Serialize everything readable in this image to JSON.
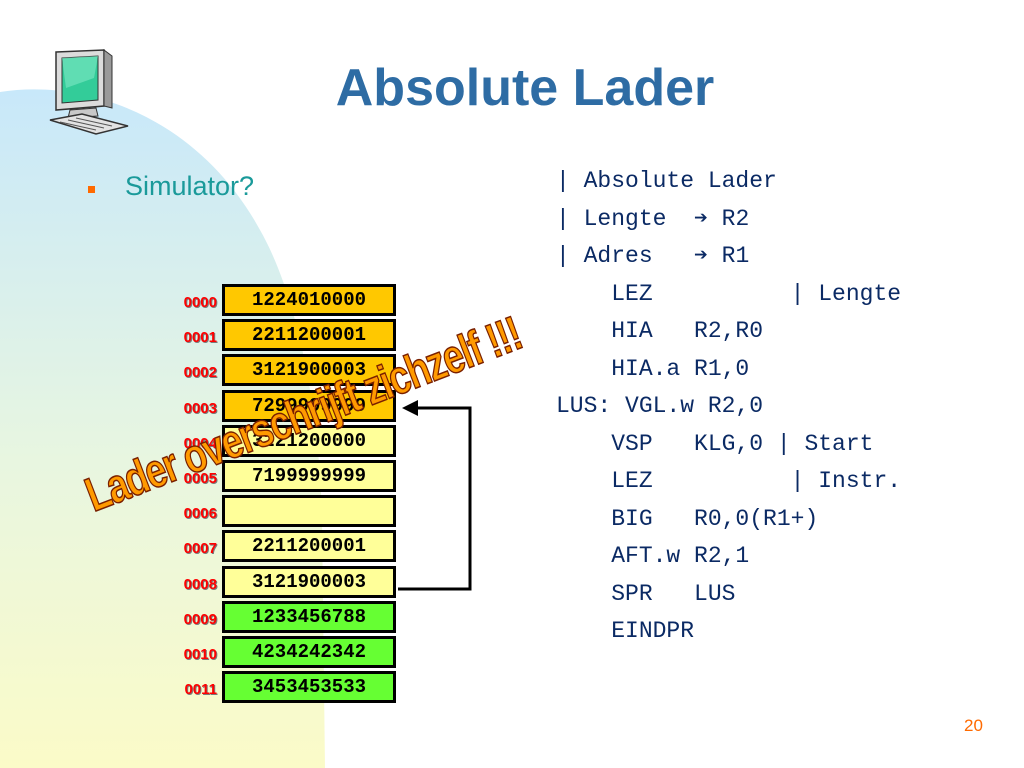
{
  "slide": {
    "title": "Absolute Lader",
    "bullet": "Simulator?",
    "page_number": "20",
    "overlay_text": "Lader overschrijft zichzelf !!!",
    "colors": {
      "title": "#2e6ca4",
      "bullet_text": "#1a9a9a",
      "bullet_mark": "#ff6a00",
      "address_label": "#ff0000",
      "cell_orange": "#ffc800",
      "cell_yellow": "#ffff99",
      "cell_green": "#66ff33",
      "code": "#0b2a64",
      "overlay": "#ff9a00"
    }
  },
  "memory": [
    {
      "address": "0000",
      "value": "1224010000",
      "color": "#ffc800"
    },
    {
      "address": "0001",
      "value": "2211200001",
      "color": "#ffc800"
    },
    {
      "address": "0002",
      "value": "3121900003",
      "color": "#ffc800"
    },
    {
      "address": "0003",
      "value": "7299999999",
      "color": "#ffc800"
    },
    {
      "address": "0004",
      "value": "3221200000",
      "color": "#ffff99"
    },
    {
      "address": "0005",
      "value": "7199999999",
      "color": "#ffff99"
    },
    {
      "address": "0006",
      "value": "",
      "color": "#ffff99"
    },
    {
      "address": "0007",
      "value": "2211200001",
      "color": "#ffff99"
    },
    {
      "address": "0008",
      "value": "3121900003",
      "color": "#ffff99"
    },
    {
      "address": "0009",
      "value": "1233456788",
      "color": "#66ff33"
    },
    {
      "address": "0010",
      "value": "4234242342",
      "color": "#66ff33"
    },
    {
      "address": "0011",
      "value": "3453453533",
      "color": "#66ff33"
    }
  ],
  "code_lines": [
    "| Absolute Lader",
    "| Lengte  ➔ R2",
    "| Adres   ➔ R1",
    "    LEZ          | Lengte",
    "    HIA   R2,R0",
    "    HIA.a R1,0",
    "LUS: VGL.w R2,0",
    "    VSP   KLG,0 | Start",
    "    LEZ          | Instr.",
    "    BIG   R0,0(R1+)",
    "    AFT.w R2,1",
    "    SPR   LUS",
    "    EINDPR"
  ]
}
